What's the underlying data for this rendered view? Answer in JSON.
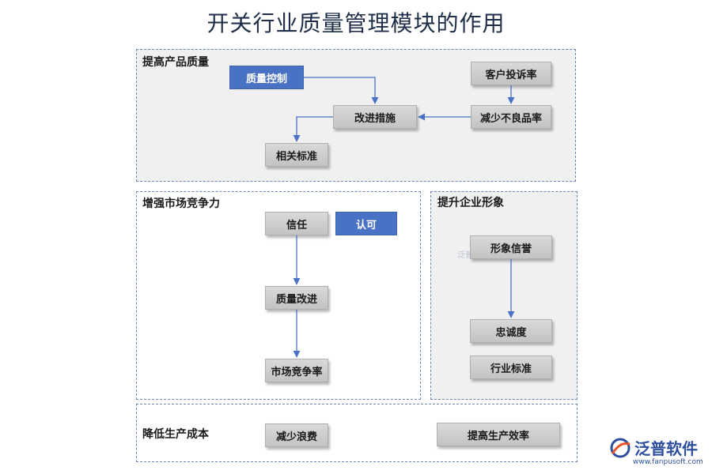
{
  "title": "开关行业质量管理模块的作用",
  "panels": {
    "quality": {
      "label": "提高产品质量",
      "nodes": {
        "quality_control": "质量控制",
        "customer_complaint": "客户投诉率",
        "improve_measures": "改进措施",
        "reduce_defects": "减少不良品率",
        "related_standards": "相关标准"
      }
    },
    "competitiveness": {
      "label": "增强市场竞争力",
      "nodes": {
        "trust": "信任",
        "recognition": "认可",
        "quality_improve": "质量改进",
        "market_competition": "市场竞争率"
      }
    },
    "image": {
      "label": "提升企业形象",
      "nodes": {
        "reputation": "形象信誉",
        "loyalty": "忠诚度",
        "industry_standard": "行业标准"
      }
    },
    "cost": {
      "label": "降低生产成本",
      "nodes": {
        "reduce_waste": "减少浪费",
        "improve_efficiency": "提高生产效率"
      }
    }
  },
  "colors": {
    "accent_blue": "#4a72c4",
    "arrow": "#4a72c4",
    "panel_border": "#6c86b3",
    "panel_fill": "#f0f0f0"
  },
  "watermark": "泛普软件",
  "logo": {
    "text": "泛普软件",
    "url": "www.fanpusoft.com",
    "icon": "fanpu-logo-icon"
  }
}
